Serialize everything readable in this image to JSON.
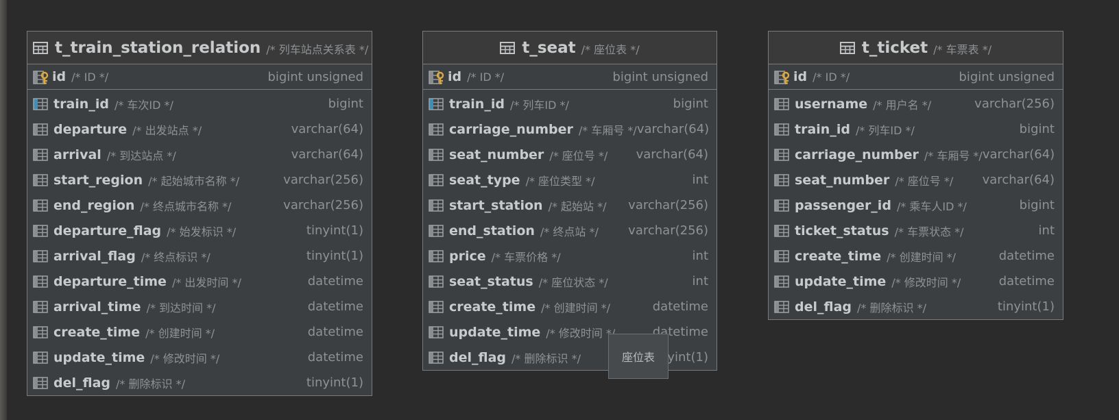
{
  "tables": [
    {
      "name": "t_train_station_relation",
      "comment": "/* 列车站点关系表 */",
      "pk": {
        "name": "id",
        "comment": "/* ID */",
        "type": "bigint unsigned"
      },
      "columns": [
        {
          "name": "train_id",
          "comment": "/* 车次ID */",
          "type": "bigint",
          "icon": "index-column-icon"
        },
        {
          "name": "departure",
          "comment": "/* 出发站点 */",
          "type": "varchar(64)",
          "icon": "column-icon"
        },
        {
          "name": "arrival",
          "comment": "/* 到达站点 */",
          "type": "varchar(64)",
          "icon": "column-icon"
        },
        {
          "name": "start_region",
          "comment": "/* 起始城市名称 */",
          "type": "varchar(256)",
          "icon": "column-icon"
        },
        {
          "name": "end_region",
          "comment": "/* 终点城市名称 */",
          "type": "varchar(256)",
          "icon": "column-icon"
        },
        {
          "name": "departure_flag",
          "comment": "/* 始发标识 */",
          "type": "tinyint(1)",
          "icon": "column-icon"
        },
        {
          "name": "arrival_flag",
          "comment": "/* 终点标识 */",
          "type": "tinyint(1)",
          "icon": "column-icon"
        },
        {
          "name": "departure_time",
          "comment": "/* 出发时间 */",
          "type": "datetime",
          "icon": "column-icon"
        },
        {
          "name": "arrival_time",
          "comment": "/* 到达时间 */",
          "type": "datetime",
          "icon": "column-icon"
        },
        {
          "name": "create_time",
          "comment": "/* 创建时间 */",
          "type": "datetime",
          "icon": "column-icon"
        },
        {
          "name": "update_time",
          "comment": "/* 修改时间 */",
          "type": "datetime",
          "icon": "column-icon"
        },
        {
          "name": "del_flag",
          "comment": "/* 删除标识 */",
          "type": "tinyint(1)",
          "icon": "column-icon"
        }
      ]
    },
    {
      "name": "t_seat",
      "comment": "/* 座位表 */",
      "pk": {
        "name": "id",
        "comment": "/* ID */",
        "type": "bigint unsigned"
      },
      "columns": [
        {
          "name": "train_id",
          "comment": "/* 列车ID */",
          "type": "bigint",
          "icon": "index-column-icon"
        },
        {
          "name": "carriage_number",
          "comment": "/* 车厢号 */",
          "type": "varchar(64)",
          "icon": "column-icon"
        },
        {
          "name": "seat_number",
          "comment": "/* 座位号 */",
          "type": "varchar(64)",
          "icon": "column-icon"
        },
        {
          "name": "seat_type",
          "comment": "/* 座位类型 */",
          "type": "int",
          "icon": "column-icon"
        },
        {
          "name": "start_station",
          "comment": "/* 起始站 */",
          "type": "varchar(256)",
          "icon": "column-icon"
        },
        {
          "name": "end_station",
          "comment": "/* 终点站 */",
          "type": "varchar(256)",
          "icon": "column-icon"
        },
        {
          "name": "price",
          "comment": "/* 车票价格 */",
          "type": "int",
          "icon": "column-icon"
        },
        {
          "name": "seat_status",
          "comment": "/* 座位状态 */",
          "type": "int",
          "icon": "column-icon"
        },
        {
          "name": "create_time",
          "comment": "/* 创建时间 */",
          "type": "datetime",
          "icon": "column-icon"
        },
        {
          "name": "update_time",
          "comment": "/* 修改时间 */",
          "type": "datetime",
          "icon": "column-icon"
        },
        {
          "name": "del_flag",
          "comment": "/* 删除标识 */",
          "type": "tinyint(1)",
          "icon": "column-icon"
        }
      ]
    },
    {
      "name": "t_ticket",
      "comment": "/* 车票表 */",
      "pk": {
        "name": "id",
        "comment": "/* ID */",
        "type": "bigint unsigned"
      },
      "columns": [
        {
          "name": "username",
          "comment": "/* 用户名 */",
          "type": "varchar(256)",
          "icon": "column-icon"
        },
        {
          "name": "train_id",
          "comment": "/* 列车ID */",
          "type": "bigint",
          "icon": "column-icon"
        },
        {
          "name": "carriage_number",
          "comment": "/* 车厢号 */",
          "type": "varchar(64)",
          "icon": "column-icon"
        },
        {
          "name": "seat_number",
          "comment": "/* 座位号 */",
          "type": "varchar(64)",
          "icon": "column-icon"
        },
        {
          "name": "passenger_id",
          "comment": "/* 乘车人ID */",
          "type": "bigint",
          "icon": "column-icon"
        },
        {
          "name": "ticket_status",
          "comment": "/* 车票状态 */",
          "type": "int",
          "icon": "column-icon"
        },
        {
          "name": "create_time",
          "comment": "/* 创建时间 */",
          "type": "datetime",
          "icon": "column-icon"
        },
        {
          "name": "update_time",
          "comment": "/* 修改时间 */",
          "type": "datetime",
          "icon": "column-icon"
        },
        {
          "name": "del_flag",
          "comment": "/* 删除标识 */",
          "type": "tinyint(1)",
          "icon": "column-icon"
        }
      ]
    }
  ],
  "tooltip": {
    "text": "座位表"
  },
  "colors": {
    "canvas": "#2b2b2b",
    "node_bg": "#3c3f41",
    "border": "#7b7b7b",
    "name_text": "#c8cacb",
    "muted_text": "#8f9294",
    "index_accent": "#3d8fb8",
    "key_gold": "#e0a93a"
  }
}
